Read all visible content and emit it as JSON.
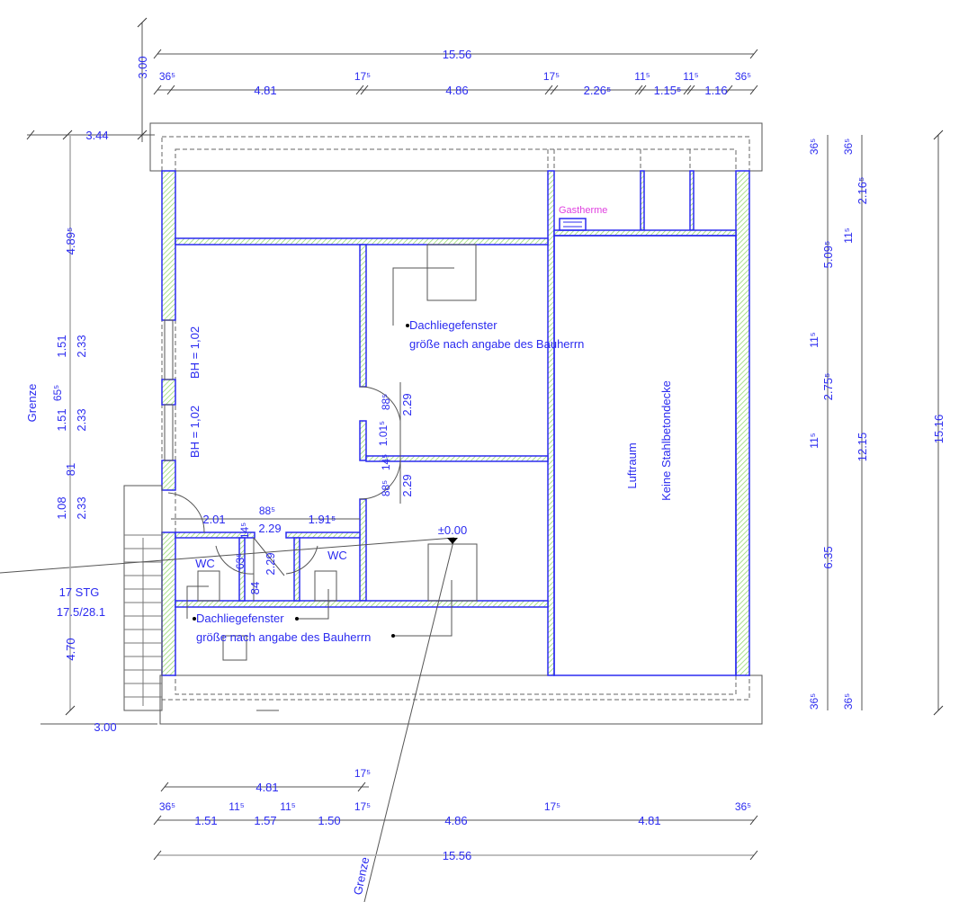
{
  "colors": {
    "dimension_text": "#2b2bf0",
    "wall_outline": "#2b2bf0",
    "wall_hatch": "#8fd86a",
    "gastherme_label": "#e040e0"
  },
  "top_dims": {
    "total": "15.56",
    "height_left": "3.00",
    "offset_left": "3.44",
    "segments": [
      "36⁵",
      "4.81",
      "17⁵",
      "4.86",
      "17⁵",
      "2.26⁵",
      "11⁵",
      "1.15⁵",
      "11⁵",
      "1.16",
      "36⁵"
    ]
  },
  "left_dims": {
    "labels": [
      "4.89⁵",
      "1.51",
      "2.33",
      "65⁵",
      "1.51",
      "2.33",
      "81",
      "1.08",
      "2.33",
      "4.70"
    ],
    "bottom_offset": "3.00",
    "boundary": "Grenze"
  },
  "stair": {
    "count": "17 STG",
    "ratio": "17.5/28.1"
  },
  "right_dims": {
    "col1": [
      "36⁵",
      "5.09⁵",
      "11⁵",
      "2.75⁵",
      "11⁵",
      "6.35",
      "36⁵"
    ],
    "col2": [
      "36⁵",
      "2.16⁵",
      "11⁵",
      "12.15",
      "36⁵"
    ],
    "total": "15.16"
  },
  "rooms": {
    "gastherme": "Gastherme",
    "skylight_1": {
      "title": "Dachliegefenster",
      "note": "größe nach angabe des Bauherrn"
    },
    "skylight_2": {
      "title": "Dachliegefenster",
      "note": "größe nach angabe des Bauherrn"
    },
    "window_sill_1": "BH = 1,02",
    "window_sill_2": "BH = 1,02",
    "void": "Luftraum",
    "void_note": "Keine Stahlbetondecke",
    "wc_1": "WC",
    "wc_2": "WC",
    "level": "±0.00"
  },
  "door_dims": [
    "88⁵",
    "2.29",
    "1.01⁵",
    "14⁵",
    "88⁵",
    "2.29",
    "2.01",
    "88⁵",
    "2.29",
    "1.91⁵",
    "14⁵",
    "63⁵",
    "2.29",
    "84"
  ],
  "bottom_dims": {
    "row1": [
      "4.81",
      "17⁵"
    ],
    "row2": [
      "36⁵",
      "1.51",
      "11⁵",
      "1.57",
      "11⁵",
      "1.50",
      "17⁵",
      "4.86",
      "17⁵",
      "4.81",
      "36⁵"
    ],
    "total": "15.56",
    "boundary": "Grenze"
  }
}
